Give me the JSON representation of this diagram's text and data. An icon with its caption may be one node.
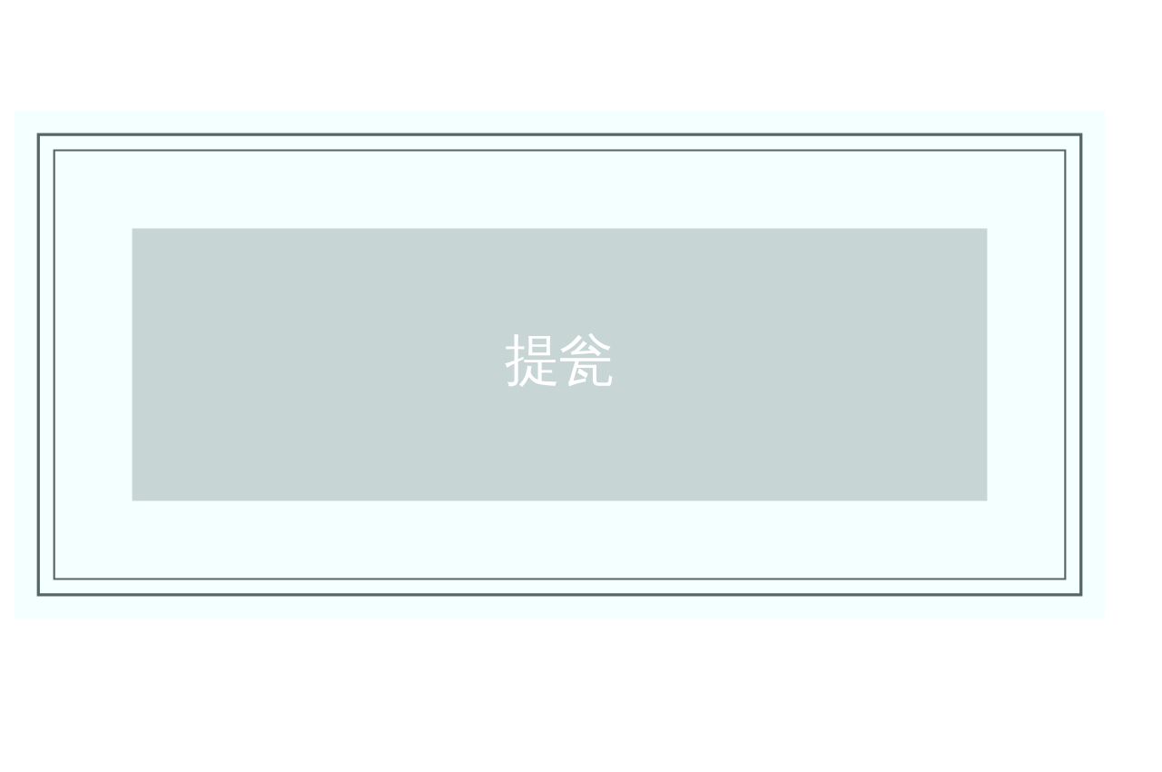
{
  "diagram": {
    "nodes": [
      {
        "text": [],
        "shape": "box"
      },
      {
        "text": [],
        "shape": "box",
        "in": 0
      },
      {
        "text": [
          "提瓮"
        ],
        "in": 1
      }
    ]
  }
}
